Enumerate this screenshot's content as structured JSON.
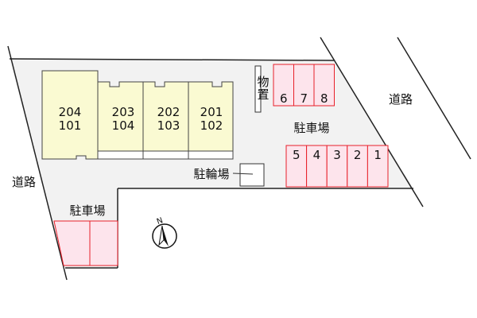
{
  "roads": [
    "道路",
    "道路"
  ],
  "buildings": [
    {
      "top": "204",
      "bottom": "101"
    },
    {
      "top": "203",
      "bottom": "104"
    },
    {
      "top": "202",
      "bottom": "103"
    },
    {
      "top": "201",
      "bottom": "102"
    }
  ],
  "storage_label": [
    "物",
    "置"
  ],
  "bicycle_parking_label": "駐輪場",
  "parking_label_main": "駐車場",
  "parking_label_lower": "駐車場",
  "parking_upper": [
    "6",
    "7",
    "8"
  ],
  "parking_lower": [
    "5",
    "4",
    "3",
    "2",
    "1"
  ],
  "compass_label": "N",
  "colors": {
    "lot": "#f2f2f2",
    "building": "#fafad2",
    "parking_fill": "#fde4ec",
    "parking_stroke": "#e8202a"
  }
}
